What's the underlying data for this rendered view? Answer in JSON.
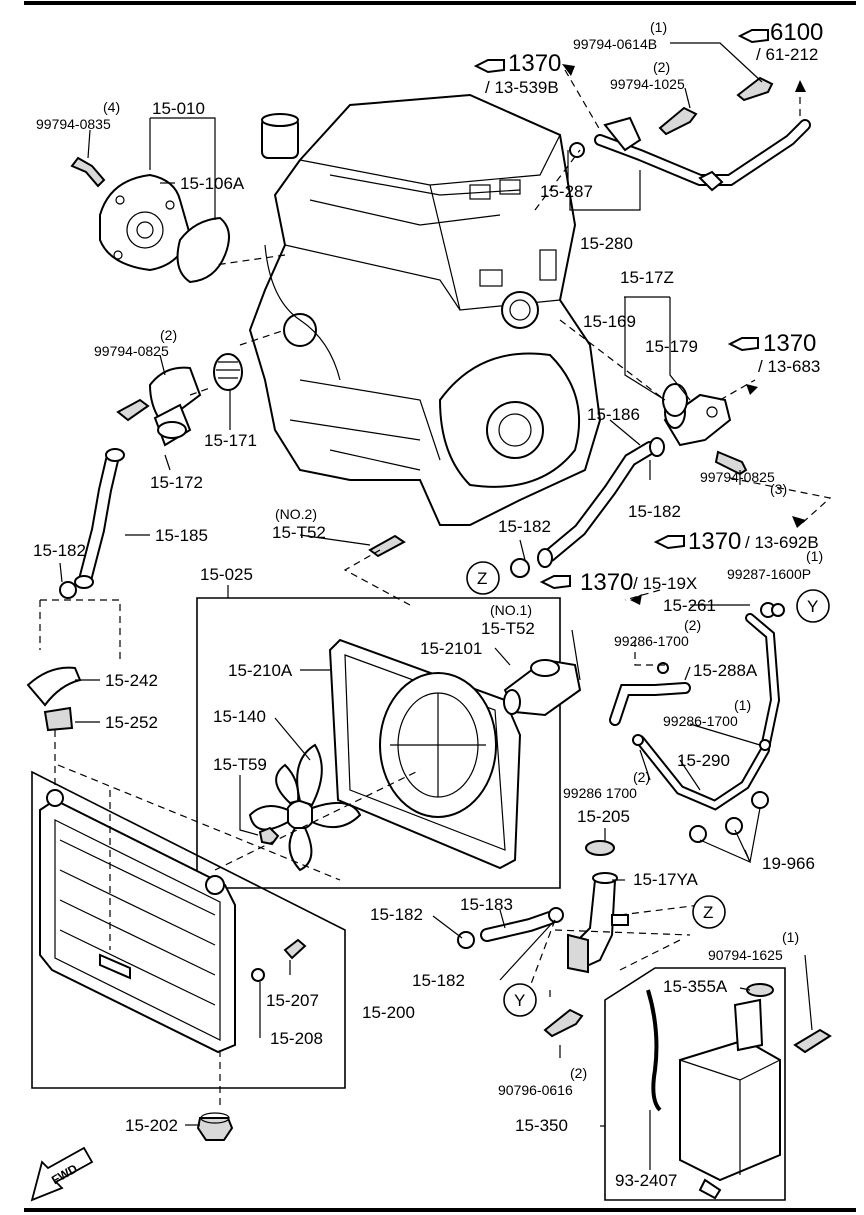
{
  "labels": {
    "bolt_0614B_qty": "(1)",
    "bolt_0614B": "99794-0614B",
    "ref_6100": "6100",
    "ref_61_212": "/ 61-212",
    "ref_1370_a": "1370",
    "ref_13_539B": "/ 13-539B",
    "bolt_1025_qty": "(2)",
    "bolt_1025": "99794-1025",
    "bolt_0835_qty": "(4)",
    "bolt_0835": "99794-0835",
    "p_15_010": "15-010",
    "p_15_106A": "15-106A",
    "p_15_287": "15-287",
    "p_15_280": "15-280",
    "p_15_17Z": "15-17Z",
    "p_15_169": "15-169",
    "p_15_179": "15-179",
    "ref_1370_b": "1370",
    "ref_13_683": "/ 13-683",
    "bolt_0825a_qty": "(2)",
    "bolt_0825a": "99794-0825",
    "p_15_171": "15-171",
    "p_15_172": "15-172",
    "p_15_186": "15-186",
    "p_15_182_a": "15-182",
    "bolt_0825b": "99794-0825",
    "bolt_0825b_qty": "(3)",
    "p_15_185": "15-185",
    "t52_no2": "(NO.2)",
    "p_15_T52_a": "15-T52",
    "p_15_182_b": "15-182",
    "ref_1370_c": "1370",
    "ref_13_692B": "/ 13-692B",
    "p_15_182_c": "15-182",
    "bolt_1600P_qty": "(1)",
    "bolt_1600P": "99287-1600P",
    "ref_1370_d": "1370",
    "ref_15_19X": "/ 15-19X",
    "p_15_025": "15-025",
    "p_15_261": "15-261",
    "t52_no1": "(NO.1)",
    "p_15_T52_b": "15-T52",
    "clamp_1700a_qty": "(2)",
    "clamp_1700a": "99286-1700",
    "p_15_2101": "15-2101",
    "p_15_242": "15-242",
    "p_15_210A": "15-210A",
    "p_15_288A": "15-288A",
    "p_15_252": "15-252",
    "clamp_1700b_qty": "(1)",
    "clamp_1700b": "99286-1700",
    "p_15_140": "15-140",
    "p_15_290": "15-290",
    "p_15_T59": "15-T59",
    "clamp_1700c": "99286 1700",
    "clamp_1700c_qty": "(2)",
    "p_15_205": "15-205",
    "p_19_966": "19-966",
    "p_15_17YA": "15-17YA",
    "p_15_182_d": "15-182",
    "p_15_183": "15-183",
    "bolt_1625_qty": "(1)",
    "bolt_1625": "90794-1625",
    "p_15_182_e": "15-182",
    "p_15_355A": "15-355A",
    "p_15_207": "15-207",
    "p_15_200": "15-200",
    "p_15_208": "15-208",
    "bolt_0616_qty": "(2)",
    "bolt_0616": "90796-0616",
    "p_15_202": "15-202",
    "p_15_350": "15-350",
    "p_93_2407": "93-2407",
    "conn_Z_top": "Z",
    "conn_Y_right": "Y",
    "conn_Z_bottom": "Z",
    "conn_Y_bottom": "Y",
    "fwd": "FWD"
  }
}
